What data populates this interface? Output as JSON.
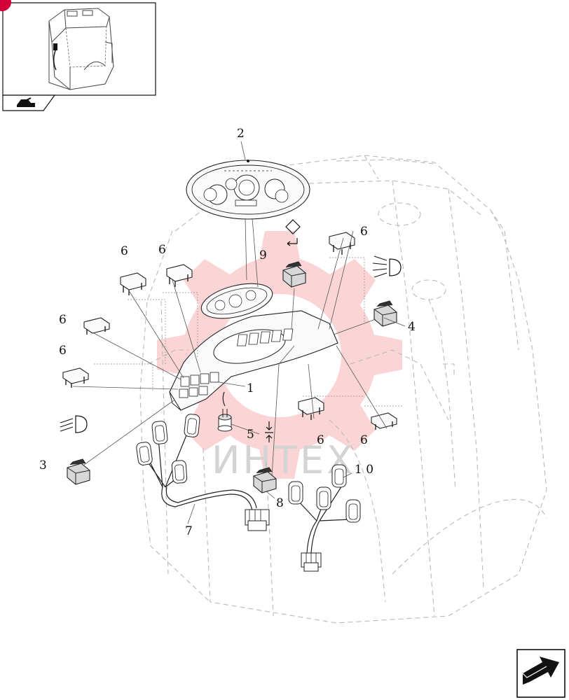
{
  "colors": {
    "line": "#222222",
    "ghost": "#b9b9b9",
    "watermark_gear": "#f7b3b3",
    "badge": "#d4003a"
  },
  "thumbnail": {
    "icon": "tractor-cab-thumbnail-icon"
  },
  "nav": {
    "back_icon": "back-arrow-icon",
    "next_icon": "next-arrow-icon"
  },
  "watermark": {
    "text": "ИНТЕХ",
    "icon": "gear-icon"
  },
  "callouts": {
    "c1": "1",
    "c2": "2",
    "c3": "3",
    "c4": "4",
    "c5": "5",
    "c6a": "6",
    "c6b": "6",
    "c6c": "6",
    "c6d": "6",
    "c6e": "6",
    "c6f": "6",
    "c6g": "6",
    "c7": "7",
    "c8": "8",
    "c9": "9",
    "c10": "1 0"
  },
  "symbols": [
    "hazard-warning-symbol",
    "headlight-symbol",
    "headlight-symbol",
    "direction-arrows-symbol"
  ]
}
